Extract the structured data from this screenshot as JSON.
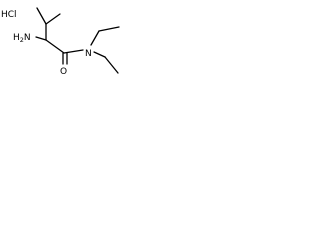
{
  "molecule": {
    "salt_label": "HCl",
    "amine_label": "H2N",
    "amine_prefix": "H",
    "amine_subscript": "2",
    "amine_atom": "N",
    "carbonyl_atom": "O",
    "amide_atom": "N"
  },
  "colors": {
    "bond": "#000000",
    "text": "#000000",
    "background": "#ffffff"
  }
}
